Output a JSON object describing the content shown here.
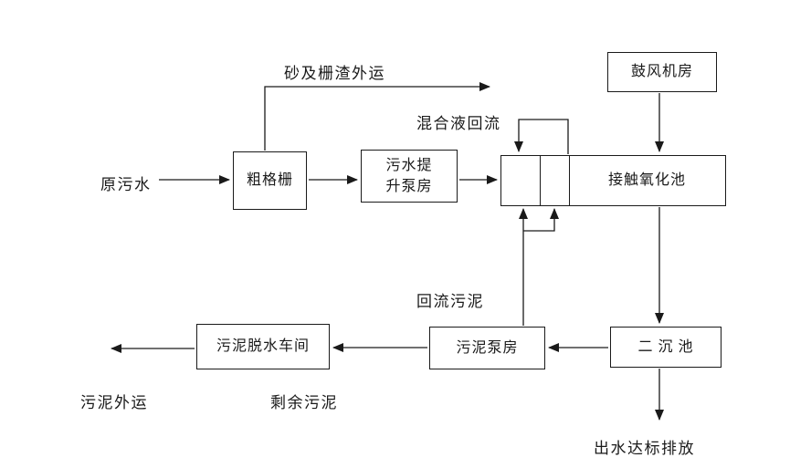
{
  "diagram": {
    "nodes": {
      "coarse_screen": "粗格栅",
      "lift_pump_line1": "污水提",
      "lift_pump_line2": "升泵房",
      "blower_room": "鼓风机房",
      "contact_oxidation": "接触氧化池",
      "secondary_clarifier": "二 沉 池",
      "sludge_pump": "污泥泵房",
      "sludge_dewatering": "污泥脱水车间"
    },
    "labels": {
      "raw_sewage": "原污水",
      "sand_screenings_out": "砂及栅渣外运",
      "mixed_liquor_return": "混合液回流",
      "return_sludge": "回流污泥",
      "sludge_out": "污泥外运",
      "excess_sludge": "剩余污泥",
      "effluent_discharge": "出水达标排放"
    },
    "colors": {
      "stroke": "#1a1a1a",
      "background": "#ffffff"
    }
  }
}
